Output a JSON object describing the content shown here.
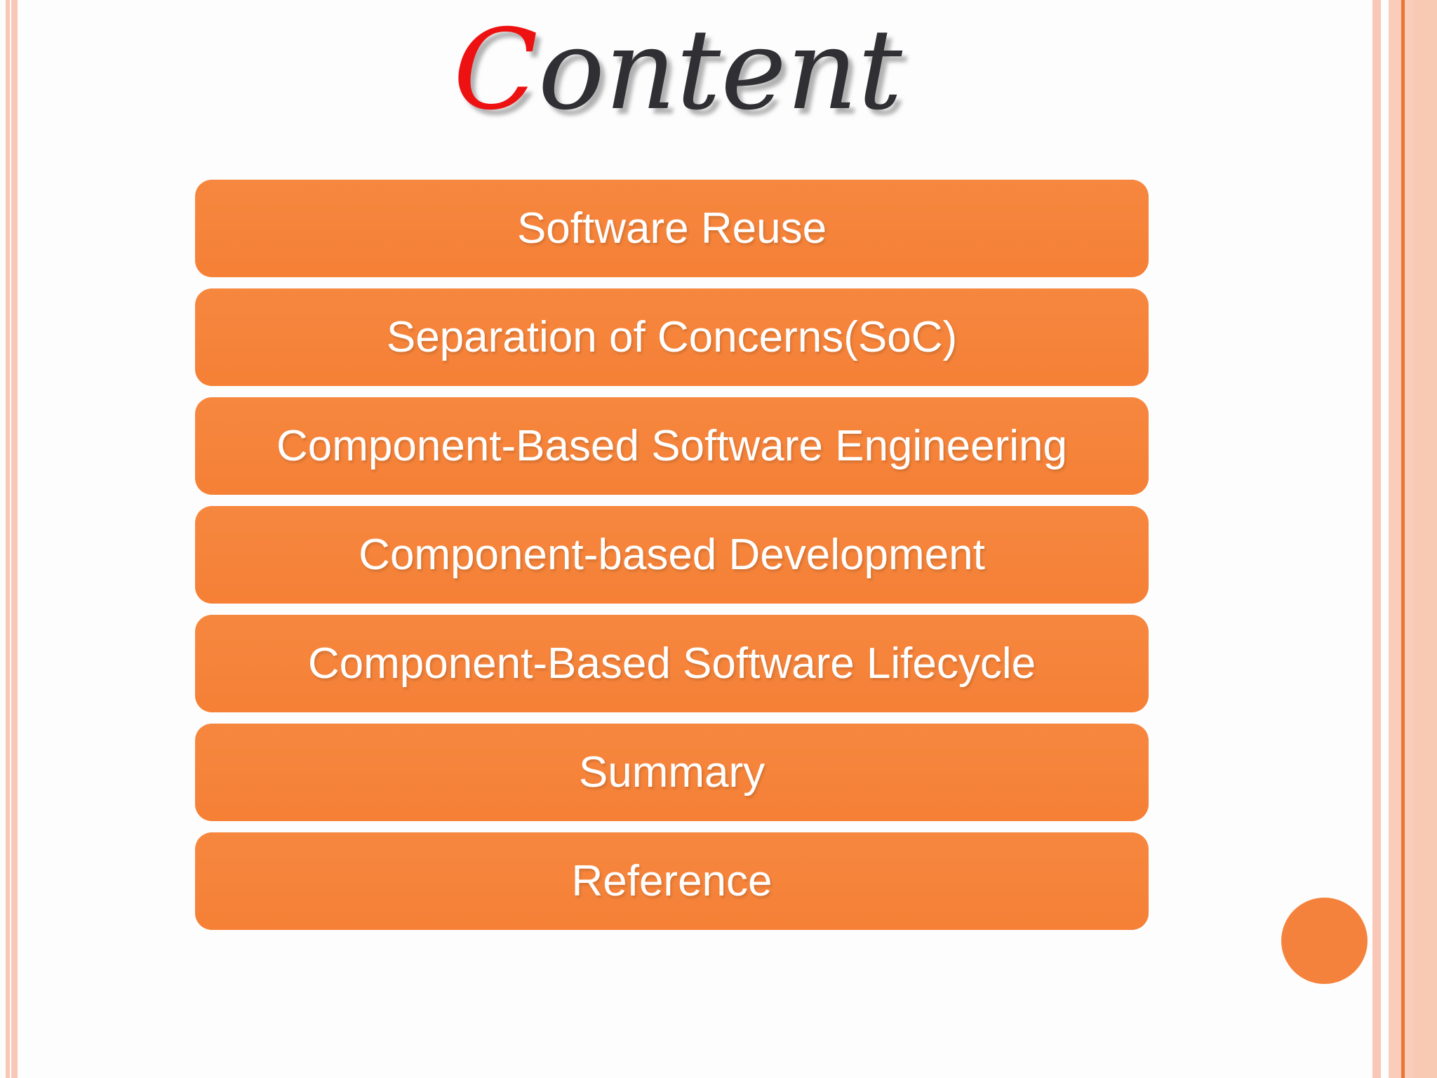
{
  "slide": {
    "title": {
      "accent_letter": "C",
      "rest": "ontent"
    },
    "content_items": [
      "Software Reuse",
      "Separation of Concerns(SoC)",
      "Component-Based Software Engineering",
      "Component-based Development",
      "Component-Based Software Lifecycle",
      "Summary",
      "Reference"
    ]
  },
  "colors": {
    "bar_orange": "#F6873F",
    "bar_orange_dark": "#F58036",
    "title_accent_red": "#EE1111",
    "title_text": "#303034",
    "circle_orange": "#F5823C",
    "stripe_pink": "#F8C7B5",
    "band_peach": "#FACDBA",
    "band_line_orange": "#EF7535",
    "band_peach_dark": "#F8C9B3"
  }
}
